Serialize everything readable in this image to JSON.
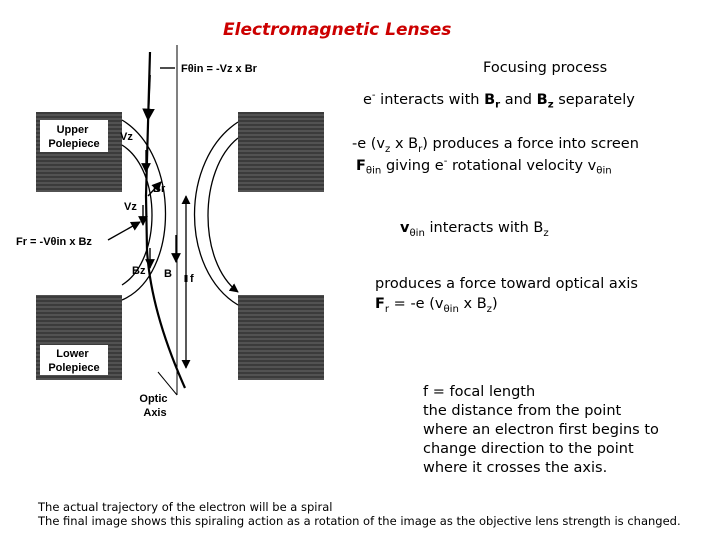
{
  "title": "Electromagnetic Lenses",
  "diagram": {
    "upper_polepiece": [
      "Upper",
      "Polepiece"
    ],
    "lower_polepiece": [
      "Lower",
      "Polepiece"
    ],
    "optic_axis": [
      "Optic",
      "Axis"
    ],
    "labels": {
      "f_theta_in": "Fθin = -Vz x Br",
      "f_r": "Fr = -Vθin x Bz",
      "vz_top": "Vz",
      "br": "Br",
      "vz_mid": "Vz",
      "bz": "Bz",
      "b": "B",
      "f": "f"
    }
  },
  "notes": {
    "focusing_process": "Focusing process",
    "interacts": {
      "prefix": "e",
      "sup": "-",
      "mid": " interacts with ",
      "br_main": "B",
      "br_sub": "r",
      "and": " and ",
      "bz_main": "B",
      "bz_sub": "z",
      "suffix": " separately"
    },
    "force_line1": {
      "a": "-e (v",
      "a_sub": "z",
      "b": " x B",
      "b_sub": "r",
      "c": ") produces a force into screen"
    },
    "force_line2": {
      "f": "F",
      "f_sub": "θin",
      "mid": " giving e",
      "sup": "-",
      "end": " rotational velocity v",
      "v_sub": "θin"
    },
    "v_interacts": {
      "v": "v",
      "v_sub": "θin",
      "mid": " interacts  with B",
      "b_sub": "z"
    },
    "toward_axis_line1": "produces a force toward optical axis",
    "toward_axis_line2": {
      "f": "F",
      "f_sub": "r",
      "mid": " = -e (v",
      "v_sub": "θin",
      "x": " x B",
      "b_sub": "z",
      "end": ")"
    },
    "focal_length": [
      "f = focal length",
      "the distance from the point",
      "where an electron first begins to",
      "change direction to the point",
      "where it crosses the axis."
    ]
  },
  "footer": [
    "The actual trajectory of the electron will be a spiral",
    "The final image shows this spiraling action as a rotation of the image as the objective lens strength is changed."
  ]
}
